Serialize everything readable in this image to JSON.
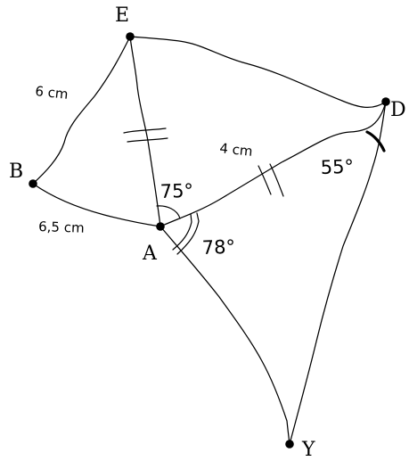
{
  "points": {
    "E": "E",
    "B": "B",
    "A": "A",
    "D": "D",
    "Y": "Y"
  },
  "lengths": {
    "EB": "6 cm",
    "BA": "6,5 cm",
    "AD": "4 cm"
  },
  "angles": {
    "EAD": "75°",
    "DAY": "78°",
    "ADY": "55°"
  }
}
